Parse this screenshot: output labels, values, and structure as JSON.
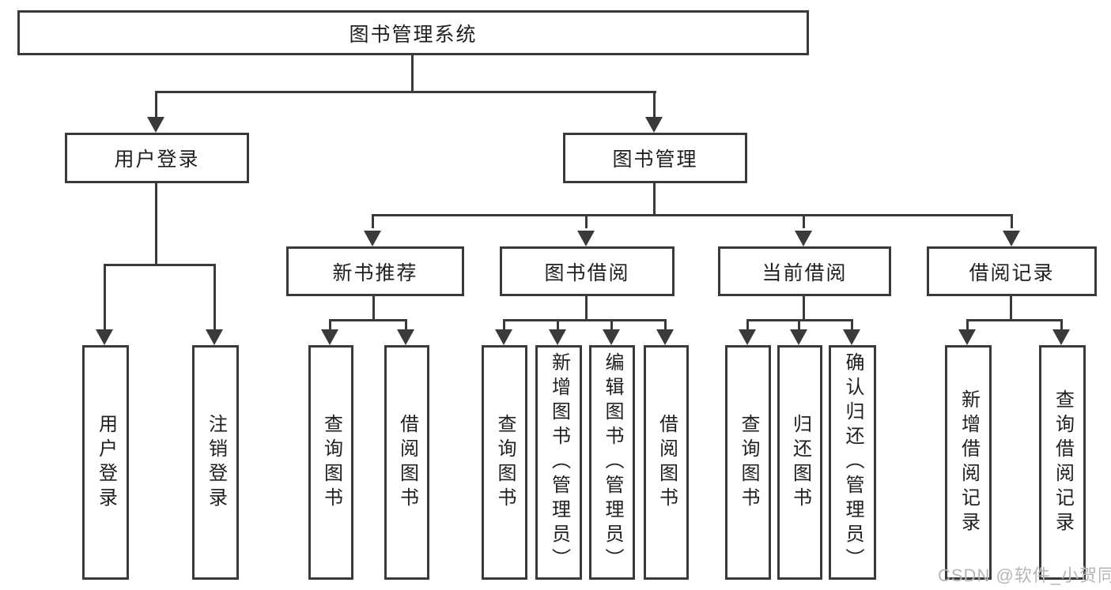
{
  "colors": {
    "background": "#ffffff",
    "line": "#3a3a3a",
    "box_border": "#3a3a3a",
    "text": "#1f1f1f",
    "watermark": "#b3b6ba"
  },
  "diagram": {
    "title_node": "图书管理系统",
    "level2": {
      "user_login": "用户登录",
      "book_management": "图书管理"
    },
    "level3": {
      "new_book_recommend": "新书推荐",
      "book_borrow": "图书借阅",
      "current_borrow": "当前借阅",
      "borrow_records": "借阅记录"
    },
    "level4": {
      "user_login_children": [
        "用户登录",
        "注销登录"
      ],
      "new_book_children": [
        "查询图书",
        "借阅图书"
      ],
      "book_borrow_children": [
        "查询图书",
        "新增图书（管理员）",
        "编辑图书（管理员）",
        "借阅图书"
      ],
      "current_borrow_children": [
        "查询图书",
        "归还图书",
        "确认归还（管理员）"
      ],
      "borrow_record_children": [
        "新增借阅记录",
        "查询借阅记录"
      ]
    }
  },
  "watermark": {
    "text": "CSDN @软件_小贺同学"
  }
}
